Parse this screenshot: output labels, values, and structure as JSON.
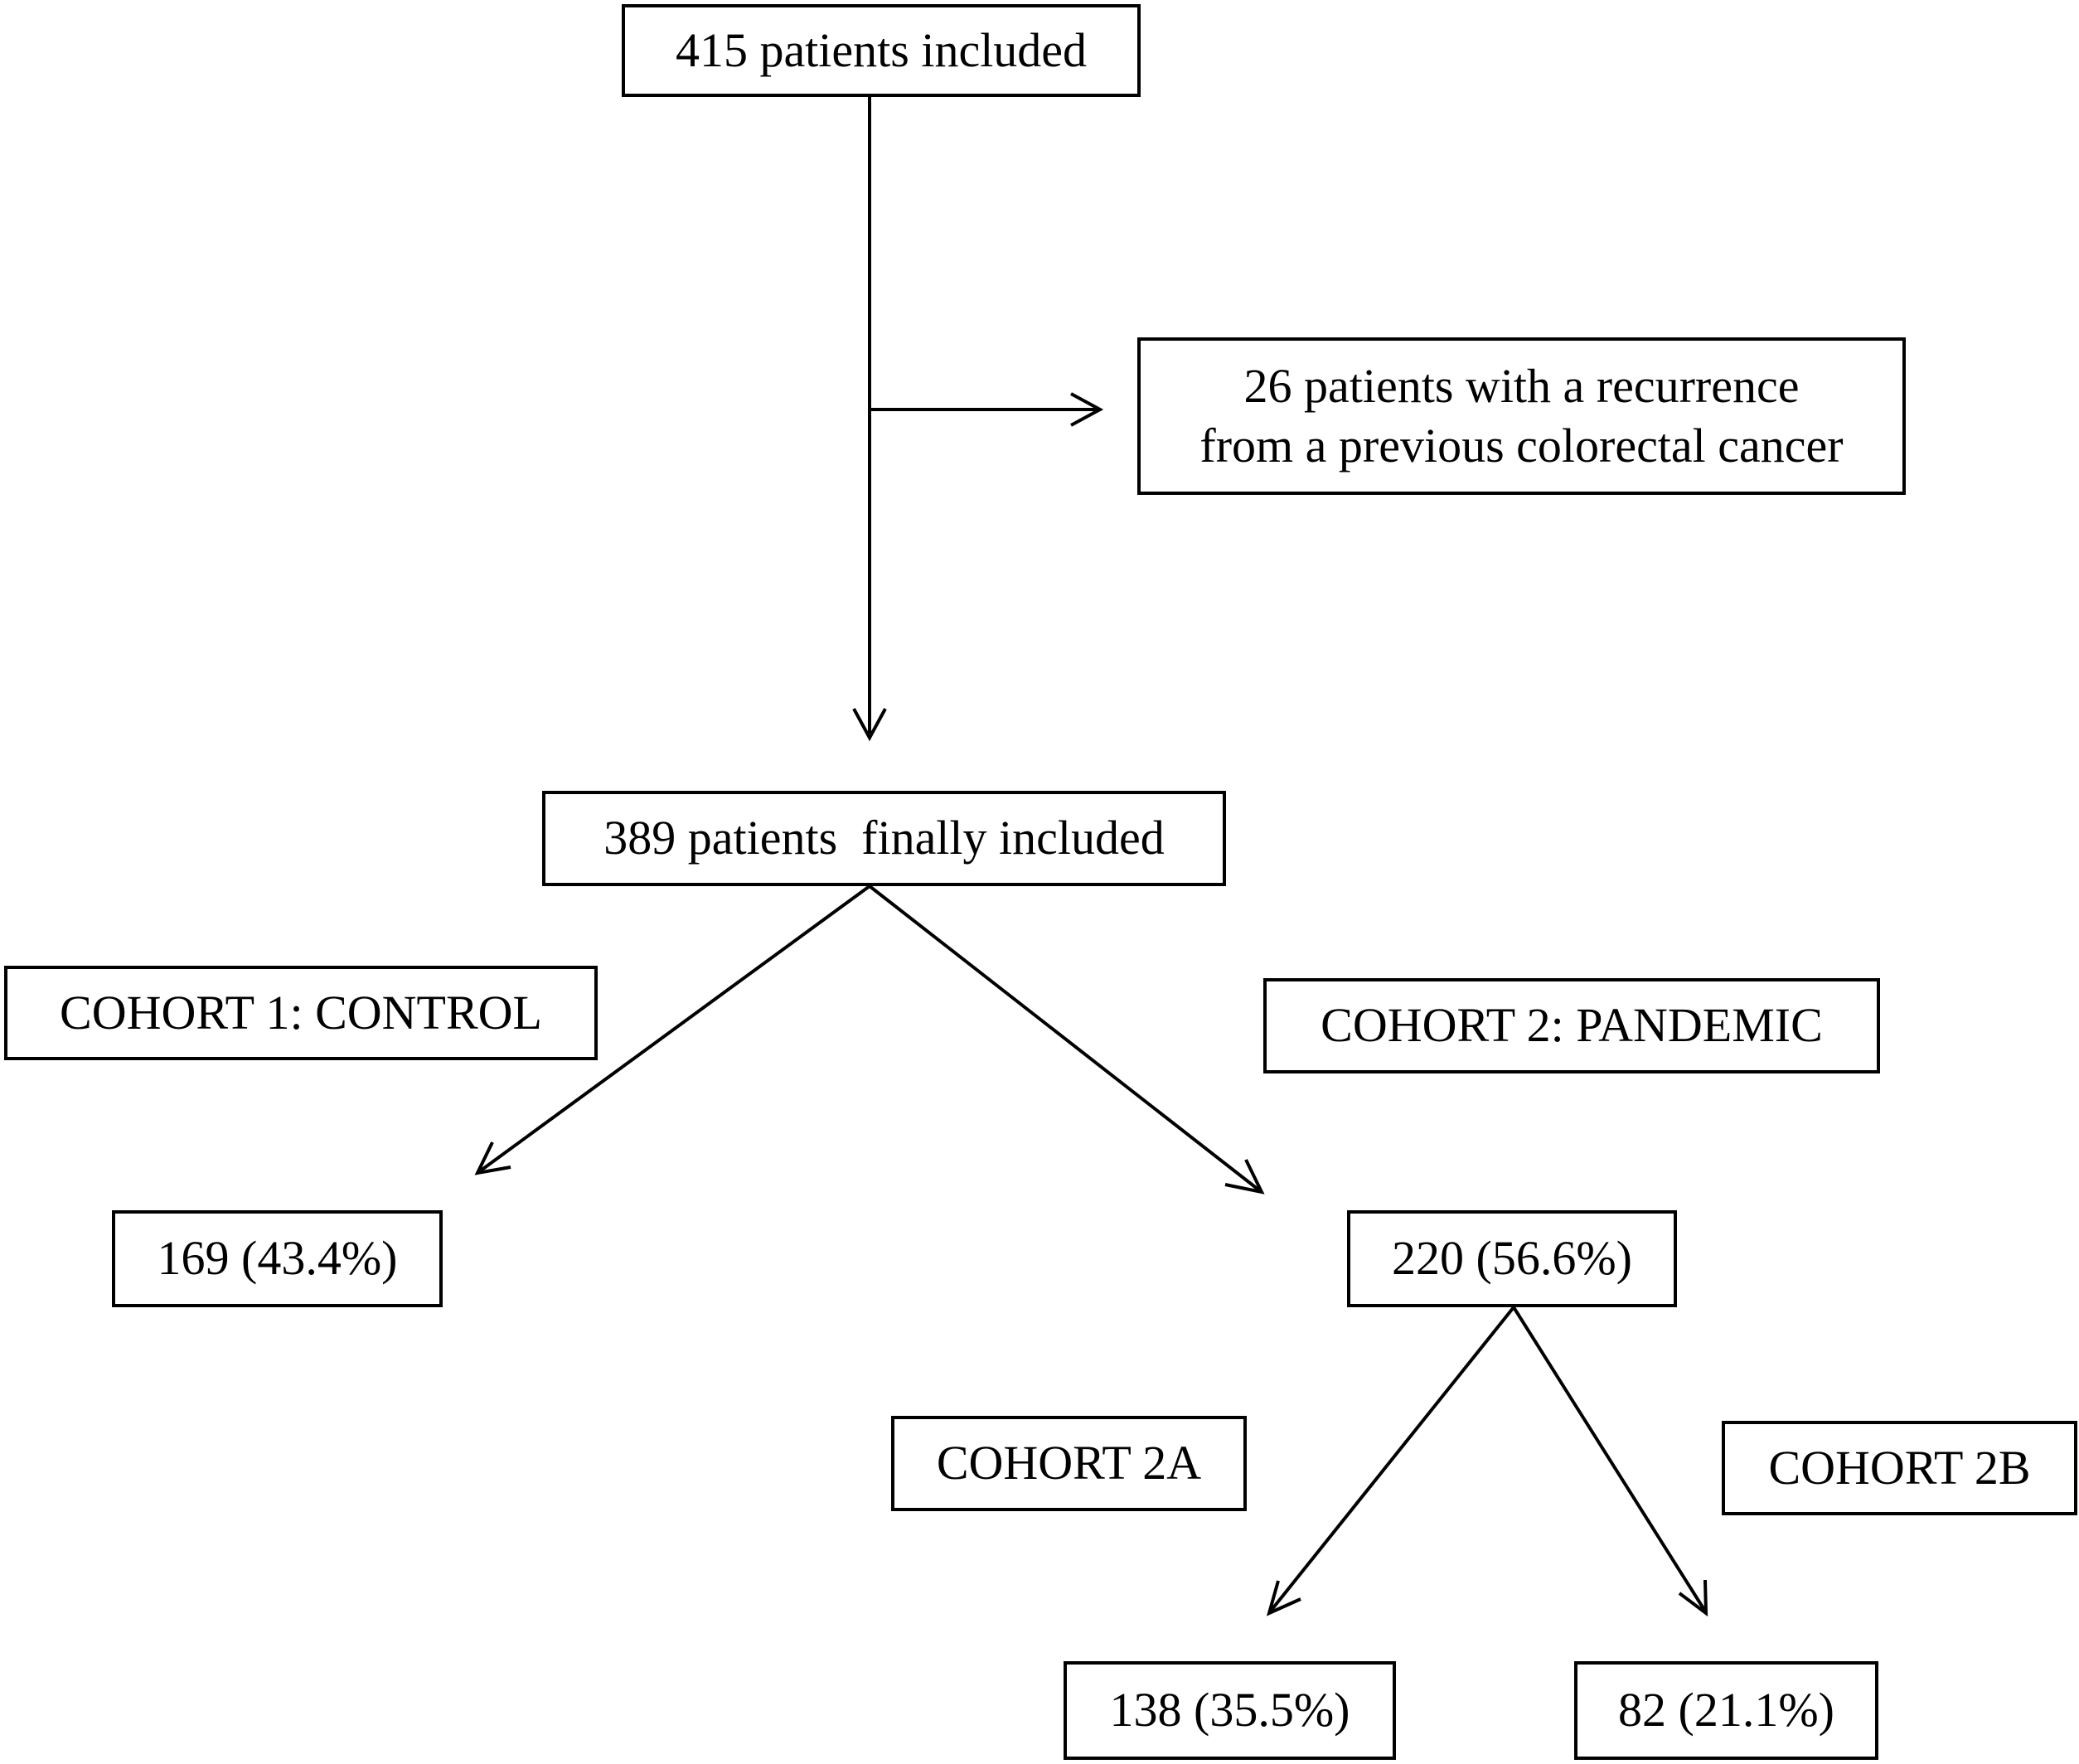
{
  "nodes": {
    "start": {
      "lines": [
        "415 patients included"
      ]
    },
    "excluded": {
      "lines": [
        "26 patients with a recurrence",
        "from a previous colorectal cancer"
      ]
    },
    "final": {
      "lines": [
        "389 patients  finally included"
      ]
    },
    "cohort1_label": {
      "lines": [
        "COHORT 1: CONTROL"
      ]
    },
    "cohort2_label": {
      "lines": [
        "COHORT 2: PANDEMIC"
      ]
    },
    "cohort1_count": {
      "lines": [
        "169 (43.4%)"
      ]
    },
    "cohort2_count": {
      "lines": [
        "220 (56.6%)"
      ]
    },
    "cohort2a_label": {
      "lines": [
        "COHORT 2A"
      ]
    },
    "cohort2b_label": {
      "lines": [
        "COHORT 2B"
      ]
    },
    "cohort2a_count": {
      "lines": [
        "138 (35.5%)"
      ]
    },
    "cohort2b_count": {
      "lines": [
        "82 (21.1%)"
      ]
    }
  },
  "colors": {
    "stroke": "#000000",
    "background": "#ffffff"
  }
}
